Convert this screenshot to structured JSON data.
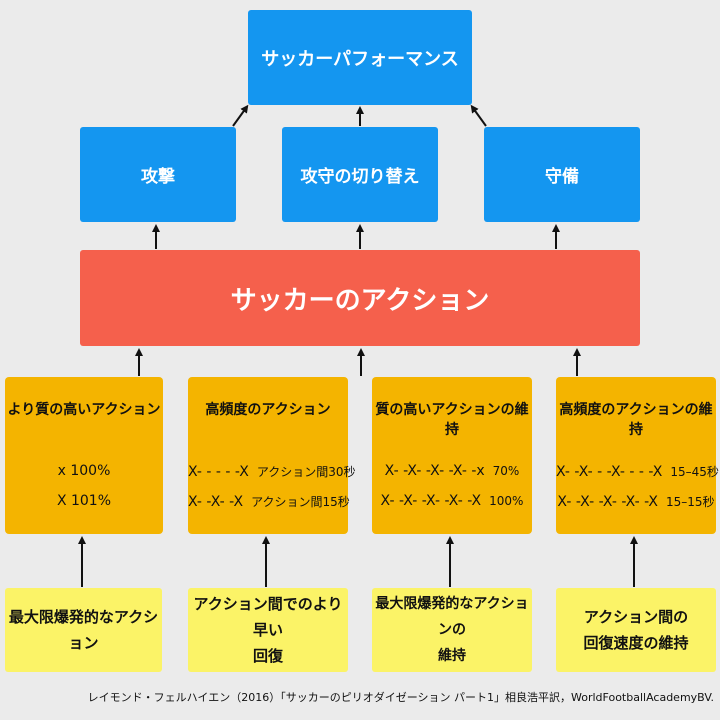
{
  "top": {
    "label": "サッカーパフォーマンス"
  },
  "phases": [
    {
      "label": "攻撃"
    },
    {
      "label": "攻守の切り替え"
    },
    {
      "label": "守備"
    }
  ],
  "actions": {
    "label": "サッカーのアクション"
  },
  "qualities": [
    {
      "title": "より質の高いアクション",
      "lines": [
        {
          "pattern": "x 100%",
          "note": ""
        },
        {
          "pattern": "X 101%",
          "note": ""
        }
      ]
    },
    {
      "title": "高頻度のアクション",
      "lines": [
        {
          "pattern": "X- - - - -X",
          "note": "アクション間30秒"
        },
        {
          "pattern": "X- -X- -X",
          "note": "アクション間15秒"
        }
      ]
    },
    {
      "title": "質の高いアクションの維持",
      "lines": [
        {
          "pattern": "X- -X- -X- -X- -x",
          "note": "70%"
        },
        {
          "pattern": "X- -X- -X- -X- -X",
          "note": "100%"
        }
      ]
    },
    {
      "title": "高頻度のアクションの維持",
      "lines": [
        {
          "pattern": "X- -X- - -X- - - -X",
          "note": "15–45秒"
        },
        {
          "pattern": "X- -X- -X- -X- -X",
          "note": "15–15秒"
        }
      ]
    }
  ],
  "capacities": [
    {
      "line1": "最大限爆発的なアクション",
      "line2": ""
    },
    {
      "line1": "アクション間でのより早い",
      "line2": "回復"
    },
    {
      "line1": "最大限爆発的なアクションの",
      "line2": "維持"
    },
    {
      "line1": "アクション間の",
      "line2": "回復速度の維持"
    }
  ],
  "credit": "レイモンド・フェルハイエン（2016）「サッカーのピリオダイゼーション パート1」相良浩平訳，WorldFootballAcademyBV.",
  "colors": {
    "blue": "#1496f0",
    "red": "#f5604c",
    "orange": "#f4b400",
    "yellow": "#fbf367",
    "background": "#ebebeb"
  }
}
